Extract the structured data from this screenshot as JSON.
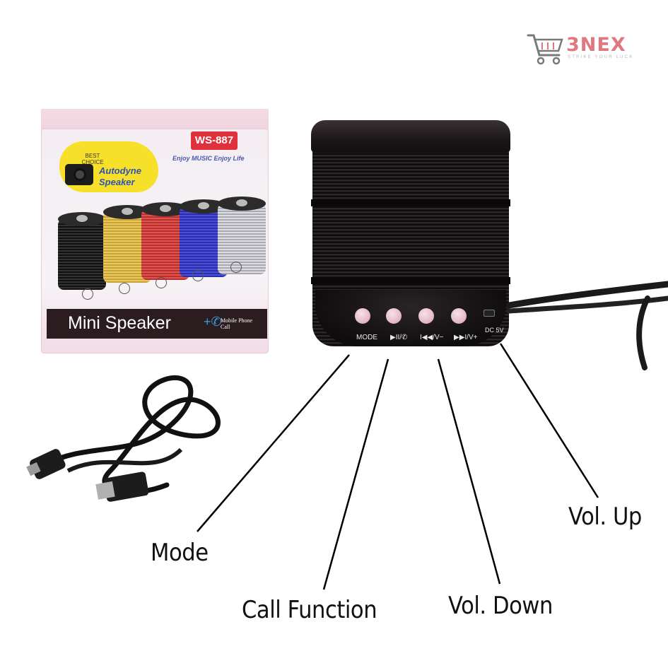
{
  "brand": {
    "name": "3NEX",
    "tagline": "STRIKE YOUR LUCK",
    "accent_color": "#e0797f",
    "icon": "shopping-cart-icon"
  },
  "box": {
    "model": "WS-887",
    "tagline": "Enjoy MUSIC Enjoy Life",
    "badge_small": "BEST CHOICE",
    "badge_title": "Autodyne Speaker",
    "product_name": "Mini Speaker",
    "feature": "Mobile Phone Call",
    "speaker_colors": [
      "#222222",
      "#e3c34a",
      "#d9413e",
      "#3b3ec9",
      "#c9c9cf"
    ]
  },
  "speaker": {
    "buttons": [
      {
        "id": "mode",
        "printed": "MODE"
      },
      {
        "id": "play",
        "printed": "▶II/✆"
      },
      {
        "id": "prev",
        "printed": "I◀◀/V−"
      },
      {
        "id": "next",
        "printed": "▶▶I/V+"
      }
    ],
    "port_label": "DC 5V",
    "body_color": "#1a1618",
    "button_color": "#e8bccb"
  },
  "callouts": {
    "mode": "Mode",
    "call": "Call Function",
    "vol_down": "Vol. Down",
    "vol_up": "Vol. Up"
  }
}
